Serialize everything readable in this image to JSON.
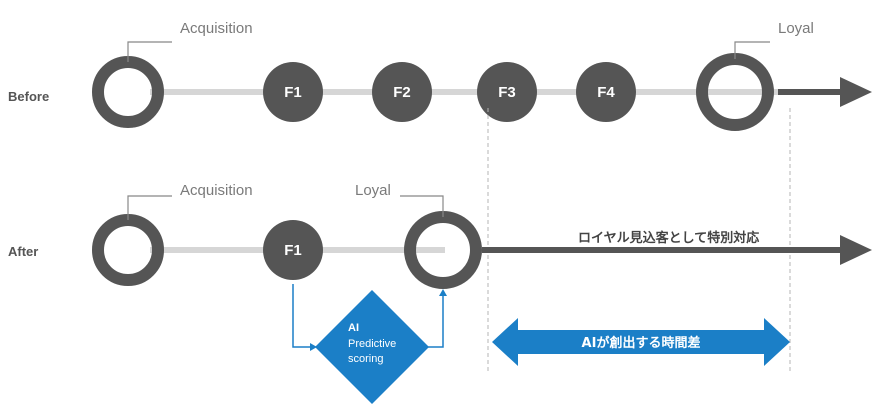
{
  "rows": {
    "before": "Before",
    "after": "After"
  },
  "before": {
    "acquisition": "Acquisition",
    "loyal": "Loyal",
    "nodes": [
      "F1",
      "F2",
      "F3",
      "F4"
    ]
  },
  "after": {
    "acquisition": "Acquisition",
    "loyal": "Loyal",
    "nodes": [
      "F1"
    ],
    "arrow_text": "ロイヤル見込客として特別対応"
  },
  "ai_box": {
    "line1": "AI",
    "line2": "Predictive",
    "line3": "scoring"
  },
  "gap_arrow_text": "AIが創出する時間差",
  "colors": {
    "node": "#555555",
    "track": "#d6d6d6",
    "accent_blue": "#1b7fc7",
    "label_gray": "#7a7a7a"
  }
}
